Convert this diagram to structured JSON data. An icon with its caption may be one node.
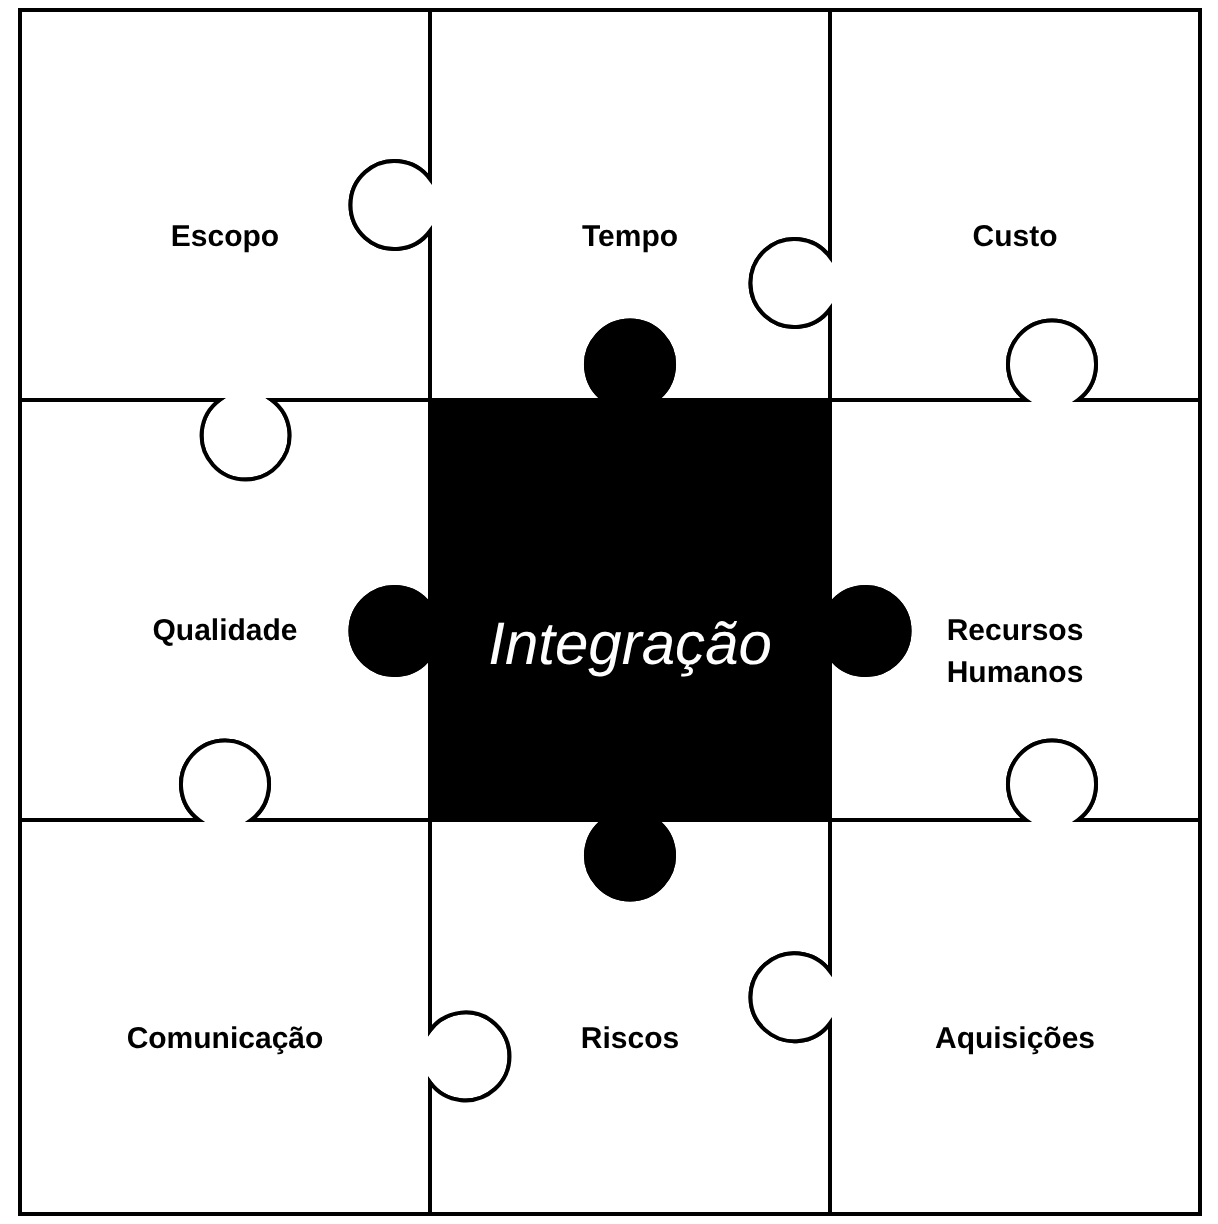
{
  "diagram": {
    "nodes": [
      {
        "text": [
          "Escopo"
        ]
      },
      {
        "text": [
          "Tempo"
        ]
      },
      {
        "text": [
          "Custo"
        ]
      },
      {
        "text": [
          "Qualidade"
        ]
      },
      {
        "text": [
          "Integração"
        ]
      },
      {
        "text": [
          "Recursos Humanos"
        ]
      },
      {
        "text": [
          "Comunicação"
        ]
      },
      {
        "text": [
          "Riscos"
        ]
      },
      {
        "text": [
          "Aquisições"
        ]
      }
    ]
  }
}
